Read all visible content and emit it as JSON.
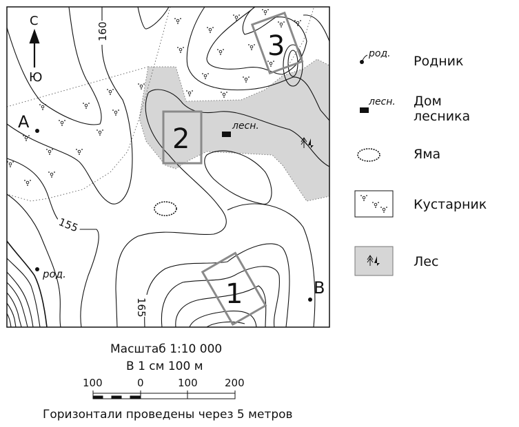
{
  "map": {
    "north_label": "С",
    "south_label": "Ю",
    "point_a": "А",
    "point_b": "В",
    "spring_label": "род.",
    "forester_label": "лесн.",
    "contour_labels": [
      "160",
      "155",
      "165"
    ],
    "areas": [
      "1",
      "2",
      "3"
    ]
  },
  "legend": {
    "items": [
      {
        "symbol_text": "род.",
        "label": "Родник"
      },
      {
        "symbol_text": "лесн.",
        "label_line1": "Дом",
        "label_line2": "лесника"
      },
      {
        "label": "Яма"
      },
      {
        "label": "Кустарник"
      },
      {
        "label": "Лес"
      }
    ]
  },
  "scale": {
    "title": "Масштаб 1:10 000",
    "subtitle": "В 1 см 100 м",
    "ticks": [
      "100",
      "0",
      "100",
      "200"
    ],
    "note": "Горизонтали проведены через 5 метров"
  },
  "colors": {
    "forest": "#d6d6d6",
    "box": "#8a8a8a"
  }
}
